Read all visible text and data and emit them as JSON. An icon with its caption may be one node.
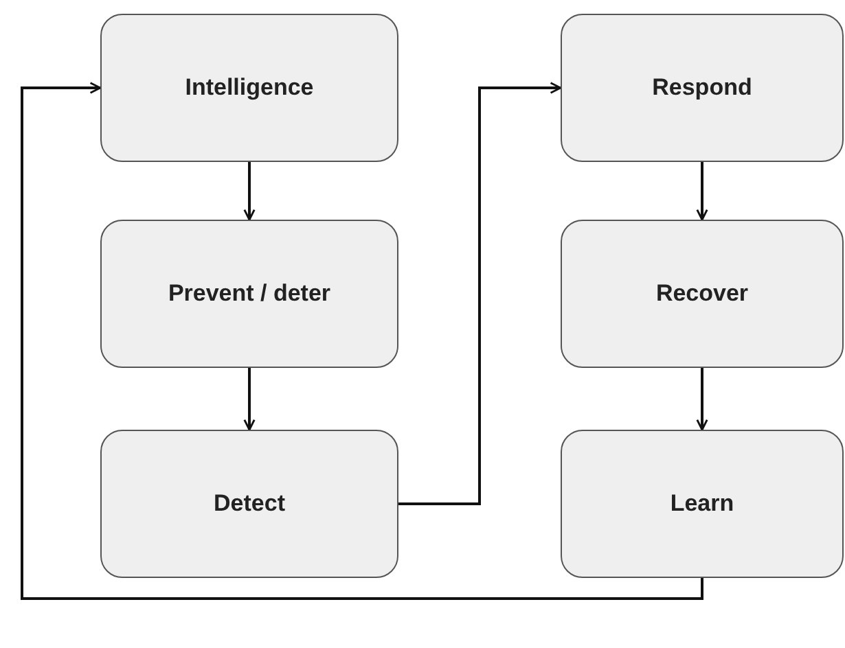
{
  "diagram": {
    "nodes": [
      {
        "text": [
          "Intelligence"
        ]
      },
      {
        "text": [
          "Prevent / deter"
        ]
      },
      {
        "text": [
          "Detect"
        ]
      },
      {
        "text": [
          "Respond"
        ]
      },
      {
        "text": [
          "Recover"
        ]
      },
      {
        "text": [
          "Learn"
        ]
      }
    ],
    "edges": [
      {
        "from": 0,
        "to": 1,
        "arrow": "to"
      },
      {
        "from": 1,
        "to": 2,
        "arrow": "to"
      },
      {
        "from": 2,
        "to": 3,
        "arrow": "to"
      },
      {
        "from": 3,
        "to": 4,
        "arrow": "to"
      },
      {
        "from": 4,
        "to": 5,
        "arrow": "to"
      },
      {
        "from": 5,
        "to": 0,
        "arrow": "to"
      }
    ]
  }
}
